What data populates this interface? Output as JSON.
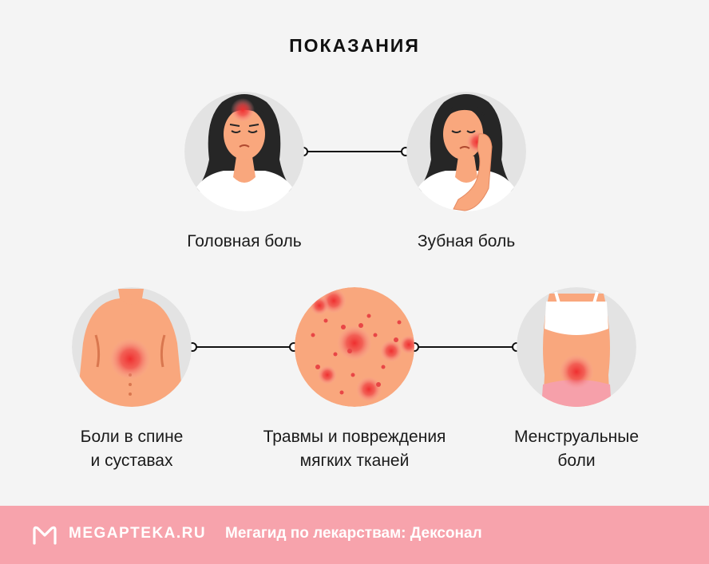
{
  "title": "ПОКАЗАНИЯ",
  "items": [
    {
      "label_line1": "Головная боль",
      "label_line2": ""
    },
    {
      "label_line1": "Зубная боль",
      "label_line2": ""
    },
    {
      "label_line1": "Боли в спине",
      "label_line2": "и суставах"
    },
    {
      "label_line1": "Травмы и повреждения",
      "label_line2": "мягких тканей"
    },
    {
      "label_line1": "Менструальные",
      "label_line2": "боли"
    }
  ],
  "footer": {
    "brand": "MEGAPTEKA.RU",
    "tagline": "Мегагид по лекарствам: Дексонал"
  },
  "colors": {
    "background": "#f4f4f4",
    "circle_bg": "#e3e3e3",
    "skin": "#f9a77d",
    "pain_red": "#ef3a3a",
    "footer_bg": "#f7a3ac"
  }
}
